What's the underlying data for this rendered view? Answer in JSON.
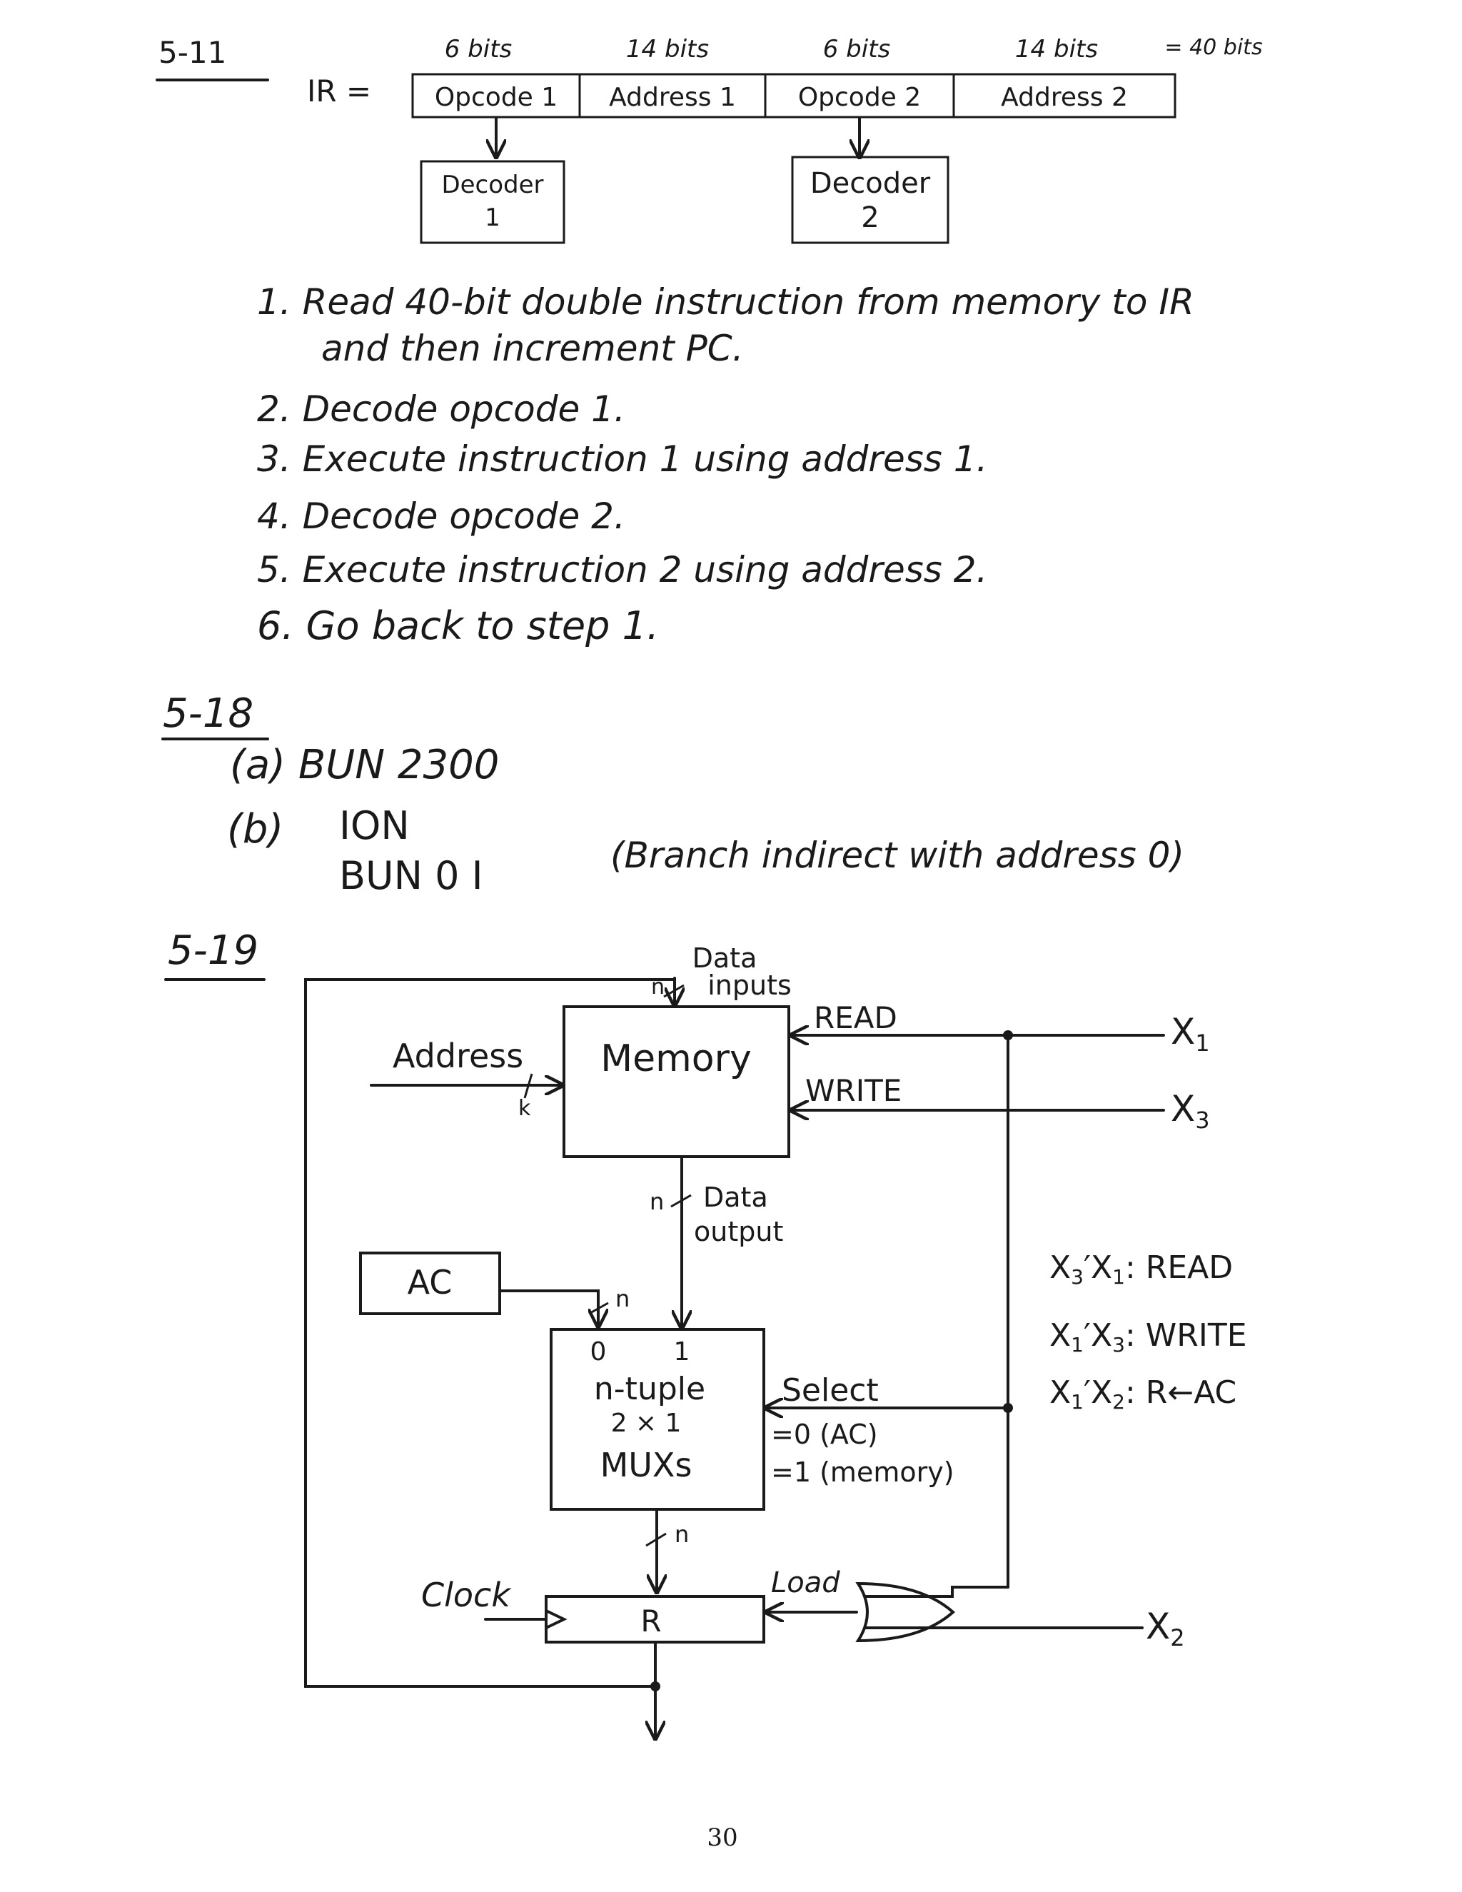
{
  "page_number": "30",
  "problem_5_11": {
    "label": "5-11",
    "ir_label": "IR =",
    "fields": [
      {
        "bits": "6 bits",
        "name": "Opcode 1"
      },
      {
        "bits": "14 bits",
        "name": "Address 1"
      },
      {
        "bits": "6 bits",
        "name": "Opcode 2"
      },
      {
        "bits": "14 bits",
        "name": "Address 2"
      }
    ],
    "total_bits": "= 40 bits",
    "decoders": [
      {
        "line1": "Decoder",
        "line2": "1"
      },
      {
        "line1": "Decoder",
        "line2": "2"
      }
    ],
    "steps": [
      "1. Read 40-bit double instruction from memory to IR",
      "and then increment PC.",
      "2. Decode opcode 1.",
      "3. Execute instruction 1 using address 1.",
      "4. Decode opcode 2.",
      "5. Execute instruction 2 using address 2.",
      "6. Go back to step 1."
    ]
  },
  "problem_5_18": {
    "label": "5-18",
    "part_a": "(a) BUN 2300",
    "part_b_label": "(b)",
    "part_b_line1": "ION",
    "part_b_line2": "BUN 0 I",
    "part_b_note": "(Branch indirect with address 0)"
  },
  "problem_5_19": {
    "label": "5-19",
    "data_inputs": "Data inputs",
    "n_in": "n",
    "memory": "Memory",
    "read": "READ",
    "write": "WRITE",
    "address": "Address",
    "k": "k",
    "x1": "X1",
    "x3": "X3",
    "x2": "X2",
    "data_output": "Data output",
    "n_out": "n",
    "ac": "AC",
    "n_ac": "n",
    "mux_in0": "0",
    "mux_in1": "1",
    "mux_line1": "n-tuple",
    "mux_line2": "2 × 1",
    "mux_line3": "MUXs",
    "select": "Select",
    "select_0": "=0 (AC)",
    "select_1": "=1 (memory)",
    "n_mux": "n",
    "clock": "Clock",
    "r": "R",
    "load": "Load",
    "cond_read": "X3'X1: READ",
    "cond_write": "X1'X3: WRITE",
    "cond_load": "X1'X2: R←AC"
  }
}
